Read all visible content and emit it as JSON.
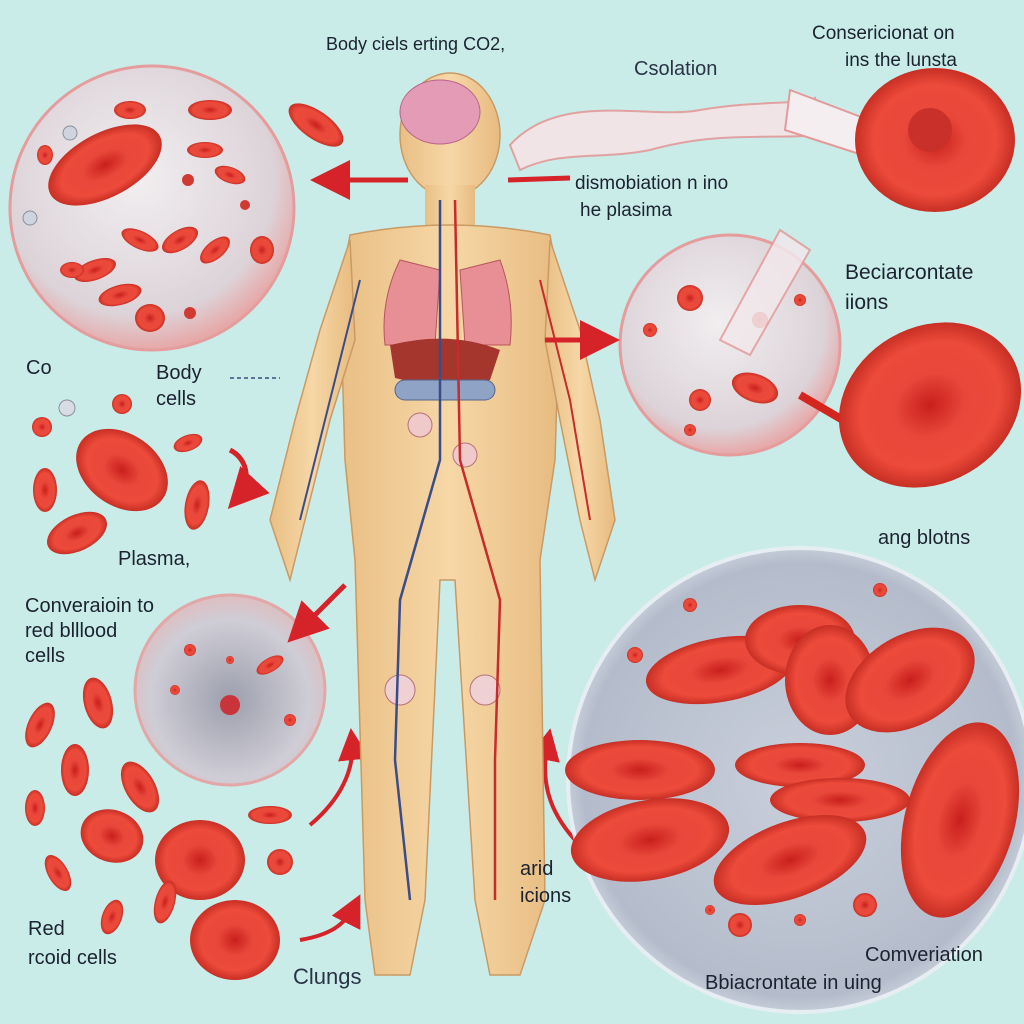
{
  "labels": {
    "body_cells_co2": "Body ciels erting CO2,",
    "csolation": "Csolation",
    "conversion_lungs_1": "Consericionat on",
    "conversion_lungs_2": "ins the lunsta",
    "dissolution_1": "dismobiation n  ino",
    "dissolution_2": "he plasima",
    "co2": "Co",
    "body_cells_1": "Body",
    "body_cells_2": "cells",
    "bicarbonate_ions_1": "Beciarcontate",
    "bicarbonate_ions_2": "iions",
    "plasma": "Plasma,",
    "ang_blotns": "ang blotns",
    "conversion_rbc_1": "Converaioin to",
    "conversion_rbc_2": "red blllood",
    "conversion_rbc_3": "cells",
    "arid_ions_1": "arid",
    "arid_ions_2": "icions",
    "red_cells_1": "Red",
    "red_cells_2": "rcoid cells",
    "clungs": "Clungs",
    "converiation": "Comveriation",
    "bicarbonate_lung": "Bbiacrontate  in uing"
  },
  "colors": {
    "background": "#c9ece8",
    "rbc": "#e0332a",
    "arrow": "#d6232a",
    "skin": "#f3d3a0"
  }
}
